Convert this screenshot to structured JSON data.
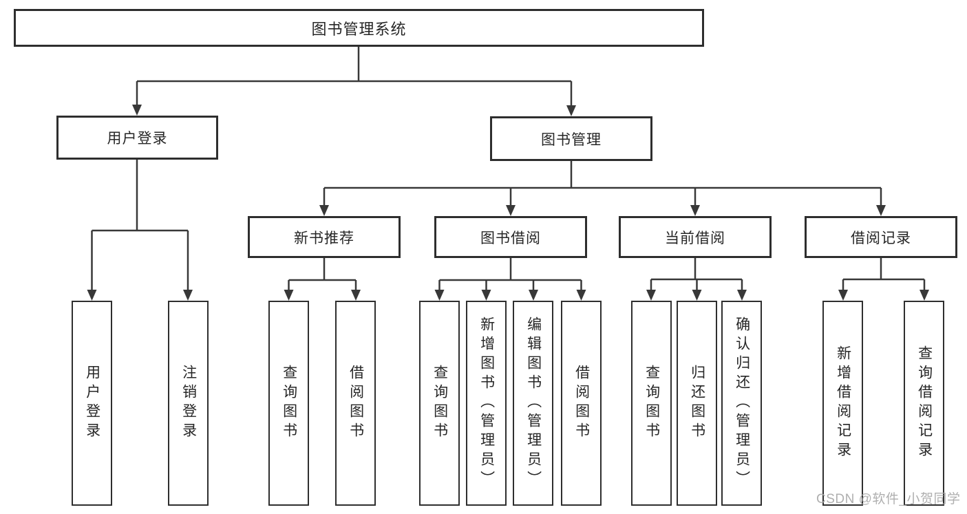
{
  "diagram": {
    "tree": {
      "label": "图书管理系统",
      "children": [
        {
          "label": "用户登录",
          "children": [
            {
              "label": "用户登录"
            },
            {
              "label": "注销登录"
            }
          ]
        },
        {
          "label": "图书管理",
          "children": [
            {
              "label": "新书推荐",
              "children": [
                {
                  "label": "查询图书"
                },
                {
                  "label": "借阅图书"
                }
              ]
            },
            {
              "label": "图书借阅",
              "children": [
                {
                  "label": "查询图书"
                },
                {
                  "label": "新增图书（管理员）"
                },
                {
                  "label": "编辑图书（管理员）"
                },
                {
                  "label": "借阅图书"
                }
              ]
            },
            {
              "label": "当前借阅",
              "children": [
                {
                  "label": "查询图书"
                },
                {
                  "label": "归还图书"
                },
                {
                  "label": "确认归还（管理员）"
                }
              ]
            },
            {
              "label": "借阅记录",
              "children": [
                {
                  "label": "新增借阅记录"
                },
                {
                  "label": "查询借阅记录"
                }
              ]
            }
          ]
        }
      ]
    },
    "colors": {
      "line": "#383838",
      "box_border": "#2e2e2e",
      "box_fill": "#ffffff",
      "text": "#262626",
      "watermark": "#a8a8a8"
    }
  },
  "watermark": {
    "text": "CSDN @软件_小贺同学"
  }
}
